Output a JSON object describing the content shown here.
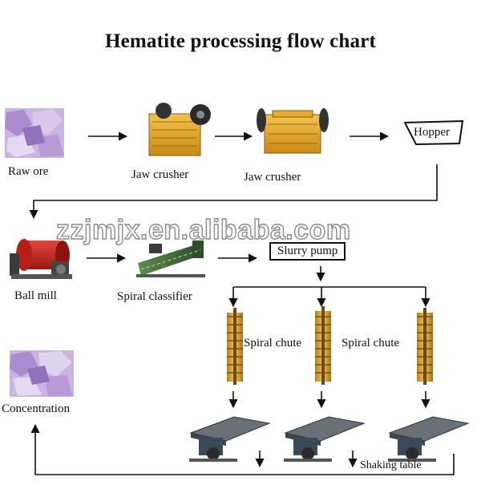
{
  "title": "Hematite processing flow chart",
  "watermark": "zzjmjx.en.alibaba.com",
  "nodes": {
    "raw_ore": "Raw ore",
    "jaw_crusher_1": "Jaw crusher",
    "jaw_crusher_2": "Jaw crusher",
    "hopper": "Hopper",
    "ball_mill": "Ball mill",
    "spiral_classifier": "Spiral classifier",
    "slurry_pump": "Slurry pump",
    "spiral_chute_1": "Spiral chute",
    "spiral_chute_2": "Spiral chute",
    "concentration": "Concentration",
    "shaking_table": "Shaking table"
  },
  "colors": {
    "ore": "#b79ad6",
    "machine_yellow": "#e0a22a",
    "mill_red": "#c8241e",
    "classifier_green": "#3f6b3a",
    "table_grey": "#555b61",
    "arrow": "#111111"
  }
}
